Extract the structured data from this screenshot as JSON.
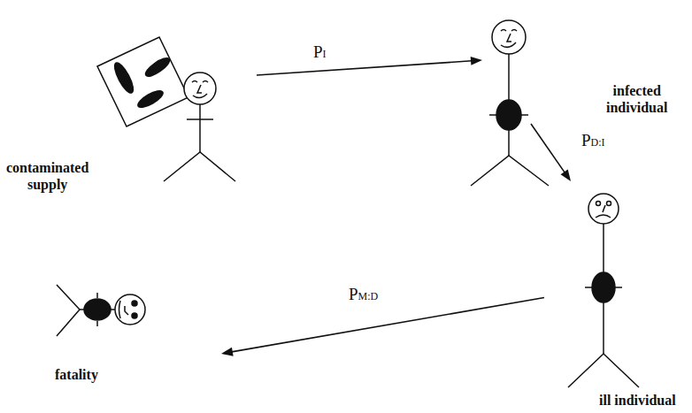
{
  "diagram": {
    "nodes": [
      {
        "text": [
          "contaminated supply"
        ]
      },
      {
        "text": [
          "infected individual"
        ]
      },
      {
        "text": [
          "ill individual"
        ]
      },
      {
        "text": [
          "fatality"
        ]
      }
    ],
    "edges": [
      {
        "from": 0,
        "to": 1,
        "arrow": "to",
        "label": "PI"
      },
      {
        "from": 1,
        "to": 2,
        "arrow": "to",
        "label": "PD:I"
      },
      {
        "from": 2,
        "to": 3,
        "arrow": "to",
        "label": "PM:D"
      }
    ]
  }
}
